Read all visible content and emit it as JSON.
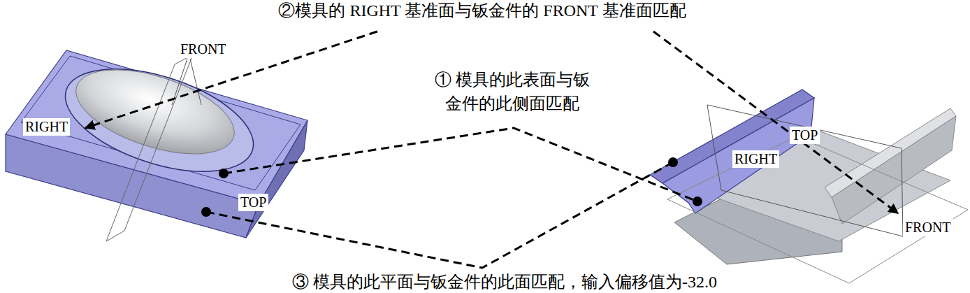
{
  "diagram": {
    "labels": [
      "②模具的 RIGHT 基准面与钣金件的 FRONT 基准面匹配",
      "FRONT",
      "① 模具的此表面与钣 金件的此侧面匹配",
      "RIGHT",
      "TOP",
      "TOP",
      "RIGHT",
      "FRONT",
      "③ 模具的此平面与钣金件的此面匹配，输入偏移值为-32.0"
    ]
  }
}
